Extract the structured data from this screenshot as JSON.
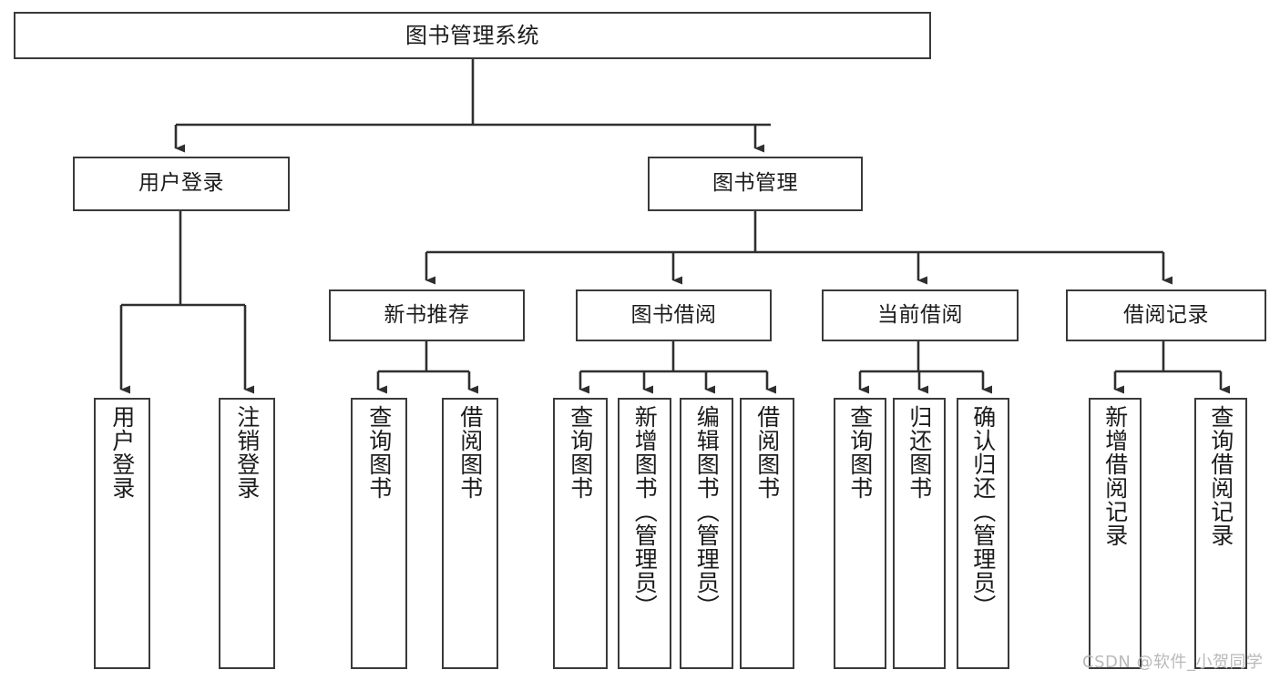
{
  "diagram": {
    "type": "tree-hierarchy-chart",
    "title": "图书管理系统",
    "root": {
      "id": "root",
      "label": "图书管理系统"
    },
    "level1": [
      {
        "id": "user-login",
        "label": "用户登录"
      },
      {
        "id": "book-manage",
        "label": "图书管理"
      }
    ],
    "level2": [
      {
        "id": "new-book-recommend",
        "label": "新书推荐",
        "parent": "book-manage"
      },
      {
        "id": "book-borrow",
        "label": "图书借阅",
        "parent": "book-manage"
      },
      {
        "id": "current-borrow",
        "label": "当前借阅",
        "parent": "book-manage"
      },
      {
        "id": "borrow-record",
        "label": "借阅记录",
        "parent": "book-manage"
      }
    ],
    "leaves": [
      {
        "id": "leaf-user-login",
        "label": "用户登录",
        "parent": "user-login"
      },
      {
        "id": "leaf-logout-login",
        "label": "注销登录",
        "parent": "user-login"
      },
      {
        "id": "leaf-query-book-1",
        "label": "查询图书",
        "parent": "new-book-recommend"
      },
      {
        "id": "leaf-borrow-book-1",
        "label": "借阅图书",
        "parent": "new-book-recommend"
      },
      {
        "id": "leaf-query-book-2",
        "label": "查询图书",
        "parent": "book-borrow"
      },
      {
        "id": "leaf-add-book",
        "label": "新增图书（管理员）",
        "parent": "book-borrow"
      },
      {
        "id": "leaf-edit-book",
        "label": "编辑图书（管理员）",
        "parent": "book-borrow"
      },
      {
        "id": "leaf-borrow-book-2",
        "label": "借阅图书",
        "parent": "book-borrow"
      },
      {
        "id": "leaf-query-book-3",
        "label": "查询图书",
        "parent": "current-borrow"
      },
      {
        "id": "leaf-return-book",
        "label": "归还图书",
        "parent": "current-borrow"
      },
      {
        "id": "leaf-confirm-return",
        "label": "确认归还（管理员）",
        "parent": "current-borrow"
      },
      {
        "id": "leaf-add-record",
        "label": "新增借阅记录",
        "parent": "borrow-record"
      },
      {
        "id": "leaf-query-record",
        "label": "查询借阅记录",
        "parent": "borrow-record"
      }
    ],
    "watermark": "CSDN @软件_小贺同学",
    "colors": {
      "border": "#3a3a3a",
      "background": "#ffffff",
      "text": "#1b1b1b",
      "edge": "#2f2f2f",
      "watermark": "#b9b9b9"
    }
  }
}
